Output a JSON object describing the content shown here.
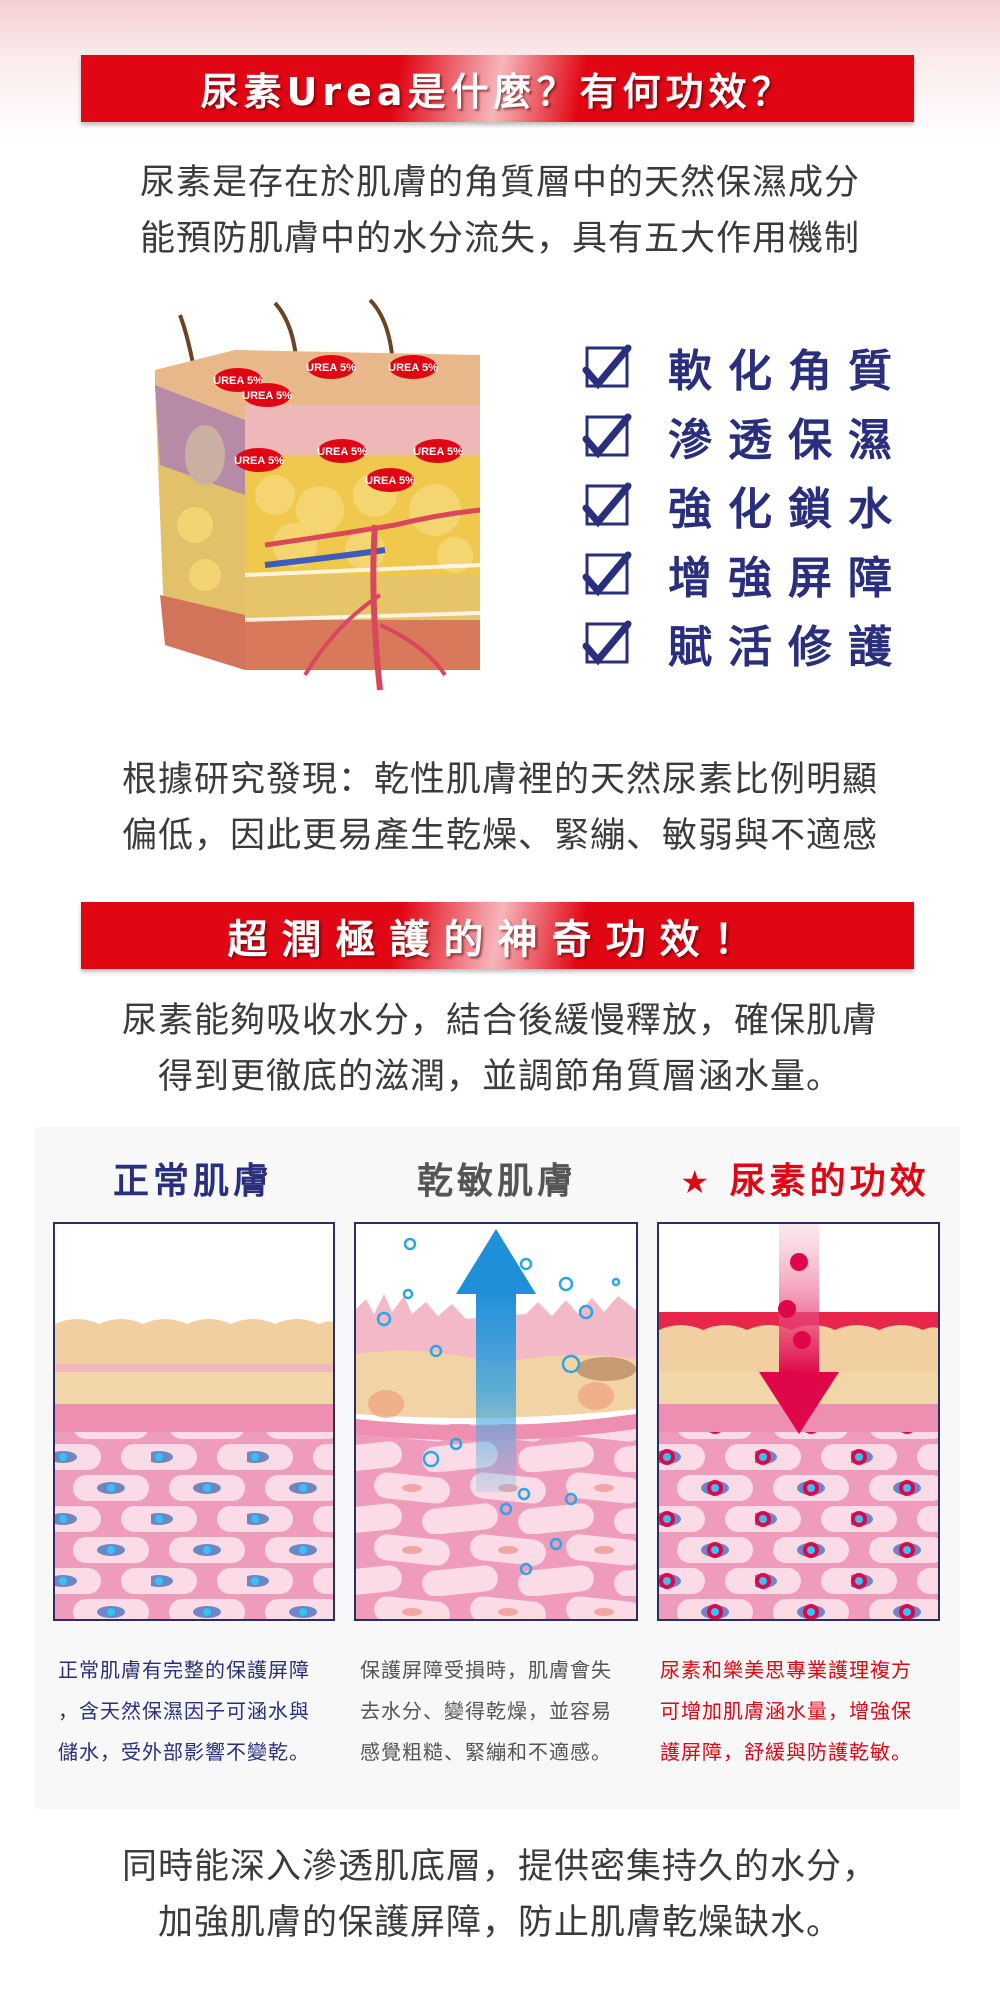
{
  "section1": {
    "banner_title": "尿素Urea是什麼？有何功效？",
    "intro_lines": [
      "尿素是存在於肌膚的角質層中的天然保濕成分",
      "能預防肌膚中的水分流失，具有五大作用機制"
    ],
    "illustration": {
      "alt": "skin-cross-section",
      "labels": [
        "UREA 5%",
        "UREA 5%",
        "UREA 5%",
        "UREA 5%",
        "UREA 5%",
        "UREA 5%",
        "UREA 5%",
        "UREA 5%"
      ]
    },
    "checklist": [
      {
        "icon": "checkbox-checked-icon",
        "label": "軟化角質"
      },
      {
        "icon": "checkbox-checked-icon",
        "label": "滲透保濕"
      },
      {
        "icon": "checkbox-checked-icon",
        "label": "強化鎖水"
      },
      {
        "icon": "checkbox-checked-icon",
        "label": "增強屏障"
      },
      {
        "icon": "checkbox-checked-icon",
        "label": "賦活修護"
      }
    ],
    "research_lines": [
      "根據研究發現：乾性肌膚裡的天然尿素比例明顯",
      "偏低，因此更易產生乾燥、緊繃、敏弱與不適感"
    ]
  },
  "section2": {
    "banner_title": "超潤極護的神奇功效！",
    "intro_lines": [
      "尿素能夠吸收水分，結合後緩慢釋放，確保肌膚",
      "得到更徹底的滋潤，並調節角質層涵水量。"
    ],
    "columns": [
      {
        "title": "正常肌膚",
        "title_color": "#2a2f7d",
        "caption_color": "#2a2f7d",
        "caption_lines": [
          "正常肌膚有完整的保護屏障",
          "，含天然保濕因子可涵水與",
          "儲水，受外部影響不變乾。"
        ]
      },
      {
        "title": "乾敏肌膚",
        "title_color": "#555555",
        "caption_color": "#555555",
        "caption_lines": [
          "保護屏障受損時，肌膚會失",
          "去水分、變得乾燥，並容易",
          "感覺粗糙、緊繃和不適感。"
        ]
      },
      {
        "title": "尿素的功效",
        "title_icon": "star-icon",
        "star": "★",
        "title_color": "#e10613",
        "caption_color": "#e10613",
        "caption_lines": [
          "尿素和樂美思專業護理複方",
          "可增加肌膚涵水量，增強保",
          "護屏障，舒緩與防護乾敏。"
        ]
      }
    ],
    "outro_lines": [
      "同時能深入滲透肌底層，提供密集持久的水分，",
      "加強肌膚的保護屏障，防止肌膚乾燥缺水。"
    ]
  },
  "colors": {
    "banner_red": "#e10613",
    "navy": "#2a2f7d",
    "body_text": "#3b3b3b",
    "panel_bg": "#f8f8f8"
  }
}
